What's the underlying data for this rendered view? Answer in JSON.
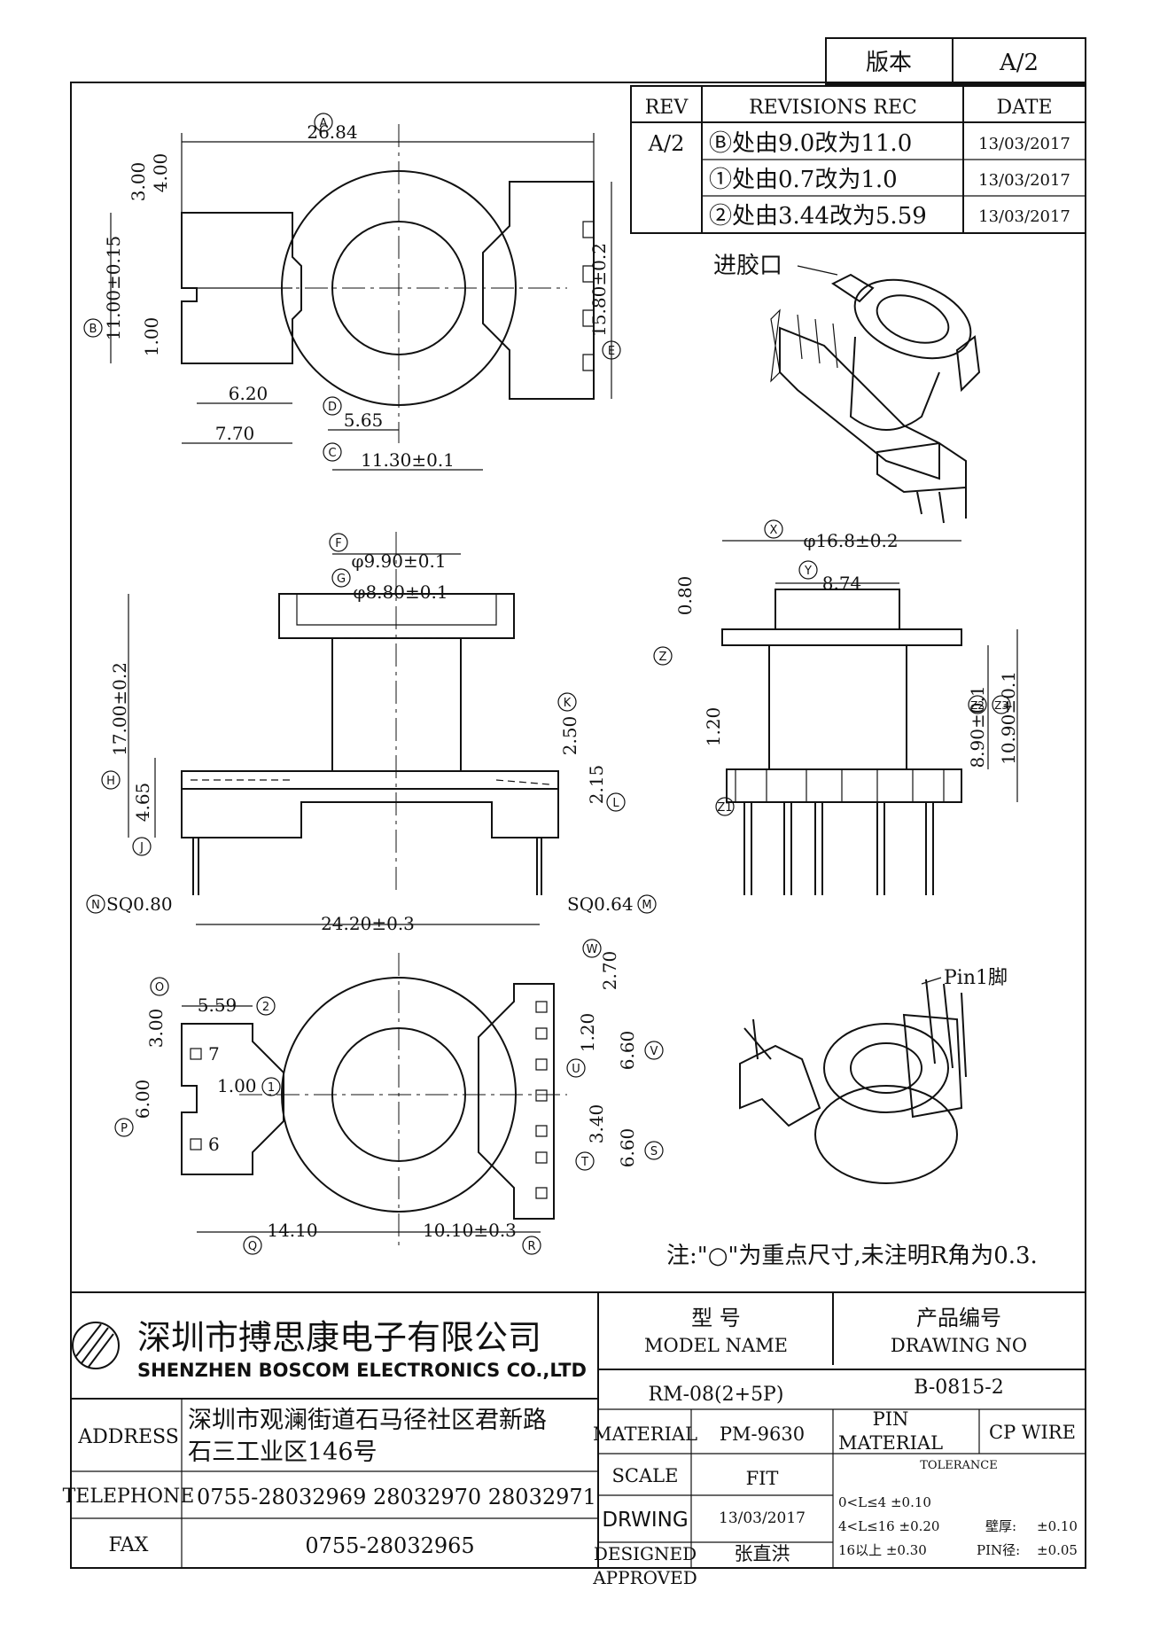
{
  "version_box": {
    "label": "版本",
    "value": "A/2"
  },
  "revisions": {
    "headers": {
      "rev": "REV",
      "recs": "REVISIONS REC",
      "date": "DATE"
    },
    "rev_value": "A/2",
    "rows": [
      {
        "text": "Ⓑ处由9.0改为11.0",
        "date": "13/03/2017"
      },
      {
        "text": "①处由0.7改为1.0",
        "date": "13/03/2017"
      },
      {
        "text": "②处由3.44改为5.59",
        "date": "13/03/2017"
      }
    ]
  },
  "callouts": {
    "gate": "进胶口",
    "pin1": "Pin1脚"
  },
  "top_view": {
    "dim_A": "26.84",
    "dim_3": "3.00",
    "dim_4": "4.00",
    "dim_B": "11.00±0.15",
    "dim_1": "1.00",
    "dim_620": "6.20",
    "dim_770": "7.70",
    "dim_565": "5.65",
    "dim_C": "11.30±0.1",
    "dim_E": "15.80±0.2"
  },
  "front_view": {
    "dim_F": "φ9.90±0.1",
    "dim_G": "φ8.80±0.1",
    "dim_H": "17.00±0.2",
    "dim_465": "4.65",
    "dim_K": "2.50",
    "dim_215": "2.15",
    "dim_N": "SQ0.80",
    "dim_M": "SQ0.64",
    "dim_pitch": "24.20±0.3"
  },
  "side_view": {
    "dim_X": "φ16.8±0.2",
    "dim_Y": "8.74",
    "dim_080": "0.80",
    "dim_120": "1.20",
    "dim_Z2": "8.90±0.1",
    "dim_Z3": "10.90±0.1"
  },
  "bottom_view": {
    "dim_O": "5.59",
    "dim_300": "3.00",
    "dim_600": "6.00",
    "dim_100": "1.00",
    "pin_7": "7",
    "pin_6": "6",
    "dim_W": "2.70",
    "dim_120": "1.20",
    "dim_V": "6.60",
    "dim_340": "3.40",
    "dim_S": "6.60",
    "dim_Q": "14.10",
    "dim_R": "10.10±0.3"
  },
  "note": "注:\"○\"为重点尺寸,未注明R角为0.3.",
  "company": {
    "name_cn": "深圳市搏思康电子有限公司",
    "name_en": "SHENZHEN BOSCOM ELECTRONICS CO.,LTD"
  },
  "title_block": {
    "model_label_cn": "型    号",
    "model_label_en": "MODEL NAME",
    "drawing_label_cn": "产品编号",
    "drawing_label_en": "DRAWING NO",
    "model_value": "RM-08(2+5P)",
    "drawing_value": "B-0815-2",
    "address_label": "ADDRESS",
    "address_line1": "深圳市观澜街道石马径社区君新路",
    "address_line2": "石三工业区146号",
    "telephone_label": "TELEPHONE",
    "telephone_value": "0755-28032969 28032970 28032971",
    "fax_label": "FAX",
    "fax_value": "0755-28032965",
    "material_label": "MATERIAL",
    "material_value": "PM-9630",
    "pin_material_label1": "PIN",
    "pin_material_label2": "MATERIAL",
    "pin_material_value": "CP WIRE",
    "tolerance_label": "TOLERANCE",
    "scale_label": "SCALE",
    "scale_value": "FIT",
    "drwing_label": "DRWING",
    "drwing_value": "13/03/2017",
    "designed_label": "DESIGNED",
    "designed_value": "张直洪",
    "approved_label": "APPROVED",
    "tol_1": "0<L≤4  ±0.10",
    "tol_2": "4<L≤16  ±0.20",
    "tol_3": "16以上    ±0.30",
    "wall_label": "壁厚:",
    "wall_value": "±0.10",
    "pin_dia_label": "PIN径:",
    "pin_dia_value": "±0.05"
  }
}
